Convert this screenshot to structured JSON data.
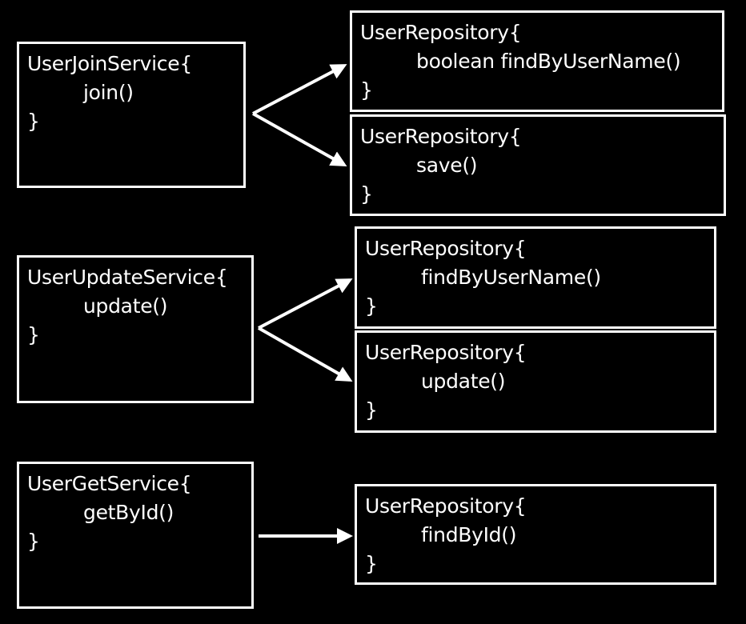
{
  "colors": {
    "background": "#000000",
    "foreground": "#ffffff"
  },
  "groups": [
    {
      "service": {
        "name": "UserJoinService{",
        "method": "join()",
        "close": "}"
      },
      "repositories": [
        {
          "name": "UserRepository{",
          "method": "boolean findByUserName()",
          "close": "}"
        },
        {
          "name": "UserRepository{",
          "method": "save()",
          "close": "}"
        }
      ]
    },
    {
      "service": {
        "name": "UserUpdateService{",
        "method": "update()",
        "close": "}"
      },
      "repositories": [
        {
          "name": "UserRepository{",
          "method": "findByUserName()",
          "close": "}"
        },
        {
          "name": "UserRepository{",
          "method": "update()",
          "close": "}"
        }
      ]
    },
    {
      "service": {
        "name": "UserGetService{",
        "method": "getById()",
        "close": "}"
      },
      "repositories": [
        {
          "name": "UserRepository{",
          "method": "findById()",
          "close": "}"
        }
      ]
    }
  ]
}
